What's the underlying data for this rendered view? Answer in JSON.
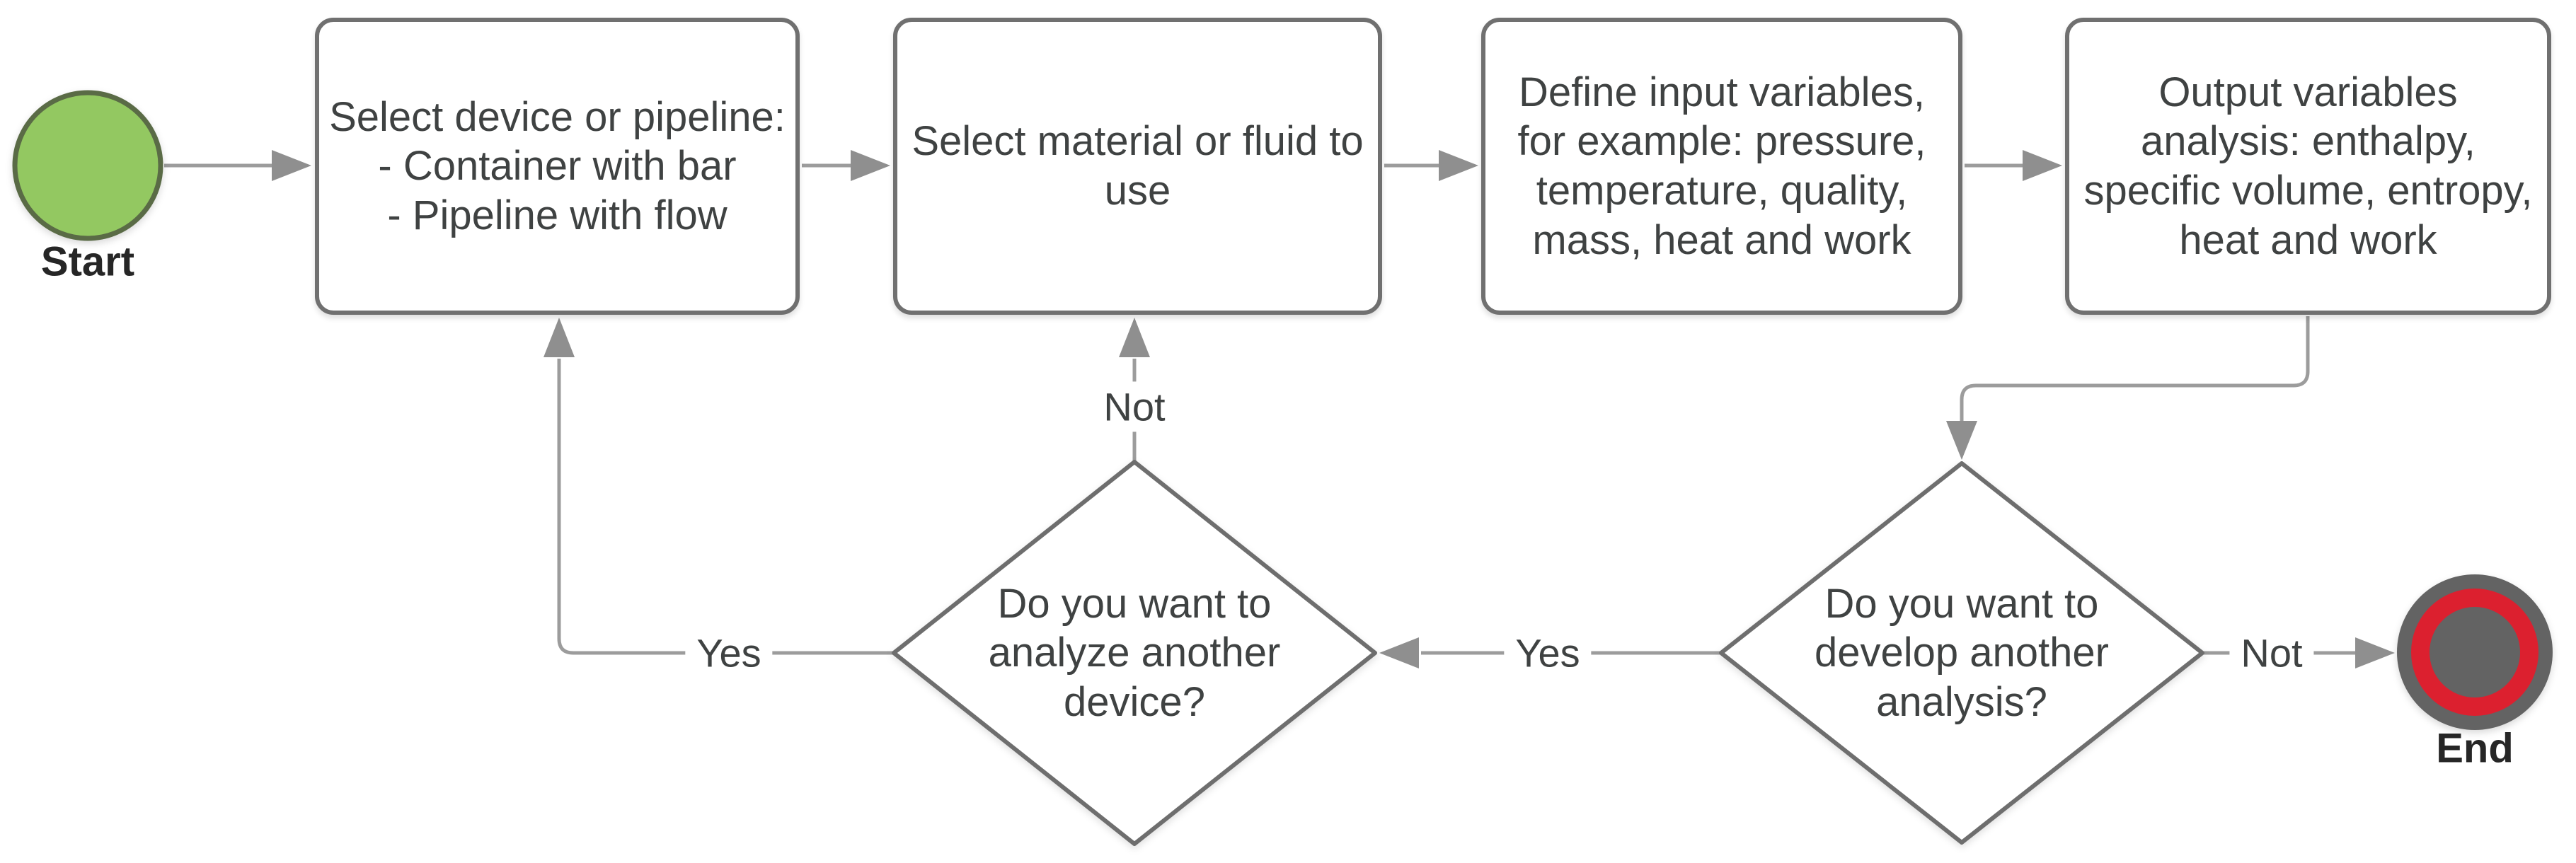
{
  "colors": {
    "canvas-bg": "#ffffff",
    "edge": "#9c9c9c",
    "arrowhead": "#8f8f8f",
    "shape-border": "#6e6e6e",
    "box-border": "#707070",
    "shape-fill": "#ffffff",
    "text": "#3f4242",
    "label-text": "#262626",
    "start-fill": "#93c861",
    "start-border": "#5a6b46",
    "end-fill": "#636363",
    "end-ring": "#dc202f"
  },
  "nodes": {
    "start": {
      "label": "Start"
    },
    "box1": {
      "text": "Select device or pipeline:\n- Container with bar\n- Pipeline with flow"
    },
    "box2": {
      "text": "Select material or fluid to\nuse"
    },
    "box3": {
      "text": "Define input variables,\nfor example: pressure,\ntemperature, quality,\nmass, heat and work"
    },
    "box4": {
      "text": "Output variables\nanalysis: enthalpy,\nspecific volume, entropy,\nheat and work"
    },
    "decision_left": {
      "text": "Do you want to\nanalyze another\ndevice?"
    },
    "decision_right": {
      "text": "Do you want to\ndevelop another\nanalysis?"
    },
    "end": {
      "label": "End"
    }
  },
  "edge_labels": {
    "yes_to_box1": "Yes",
    "not_to_box2": "Not",
    "yes_between_decisions": "Yes",
    "not_to_end": "Not"
  }
}
